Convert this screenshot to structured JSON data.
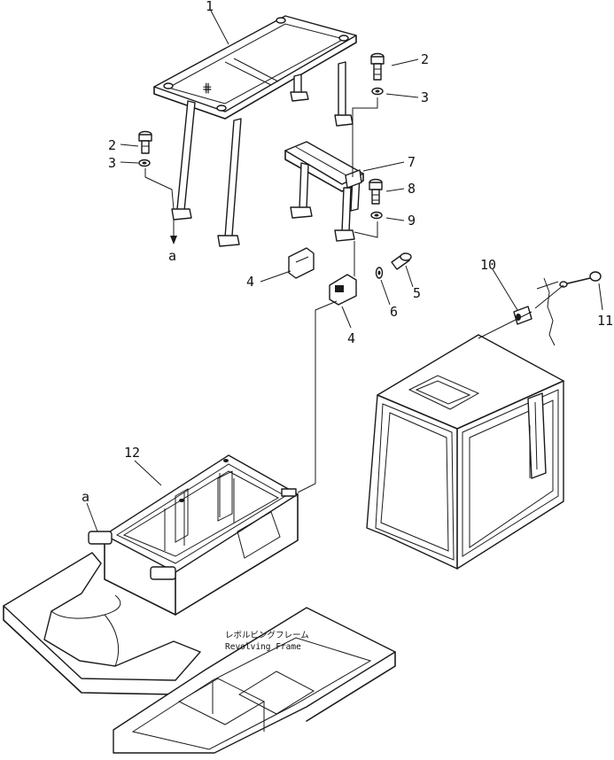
{
  "callouts": {
    "c1": "1",
    "c2a": "2",
    "c3a": "3",
    "c2b": "2",
    "c3b": "3",
    "c7": "7",
    "c8": "8",
    "c9": "9",
    "c4a": "4",
    "c5": "5",
    "c6": "6",
    "c4b": "4",
    "c10": "10",
    "c11": "11",
    "c12": "12"
  },
  "refs": {
    "a_upper": "a",
    "a_lower": "a"
  },
  "caption": {
    "japanese": "レボルビングフレーム",
    "english": "Revolving  Frame"
  }
}
